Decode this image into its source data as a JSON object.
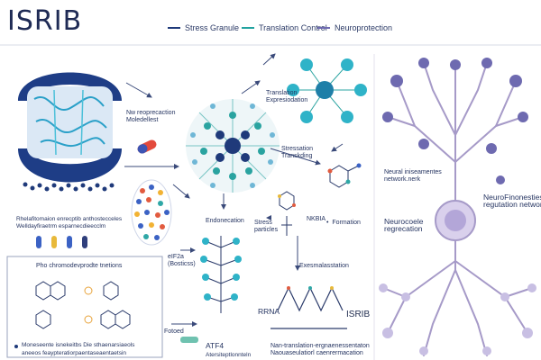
{
  "title": "ISRIB",
  "legend": [
    {
      "label": "Stress Granule",
      "color": "#1f3a7a"
    },
    {
      "label": "Translation Control",
      "color": "#22a3a0"
    },
    {
      "label": "Neuroprotection",
      "color": "#6e6ab0"
    }
  ],
  "labels": {
    "er_note": "Nw reoprecaction\nMoledellest",
    "translation_note": "Translation\nExpresiodation",
    "stress_note": "Stressation\nTranskding",
    "er_caption": "Rhelafitomaion enrecptib anthostecceles\nWelldayfiraetrm esparnecdieecclm",
    "endonecation": "Endonecation",
    "stress_particles": "Stress\nparticles",
    "nkbia": "NKBIA",
    "formation": "•  Formation",
    "neural_network": "Neural iniseamentes\nnetwork.nerk",
    "neurofinonesties": "NeuroFinonesties\nregutation network",
    "neurocoele": "Neurocoele\nregrecation",
    "eif2a": "eIF2a\n(Bosticss)",
    "box_title": "Pho chromodevprodte tnetions",
    "box_footer_1": "Moneseente isnekeitbs Die sthaenarsiaeols",
    "box_footer_2": "aneeos feaypteratiorpaentaseaentaetsin",
    "fotoed": "Fotoed",
    "atf4": "ATF4",
    "atf4_sub": "Atersiteptlonnteln",
    "rrna": "RRNA",
    "expressionation": "Exesmalasstation",
    "isrib_label": "ISRIB",
    "non_translation": "Nan-translation-ergnaenessentaton\nNaouaseulatiorl caenrermacation"
  }
}
